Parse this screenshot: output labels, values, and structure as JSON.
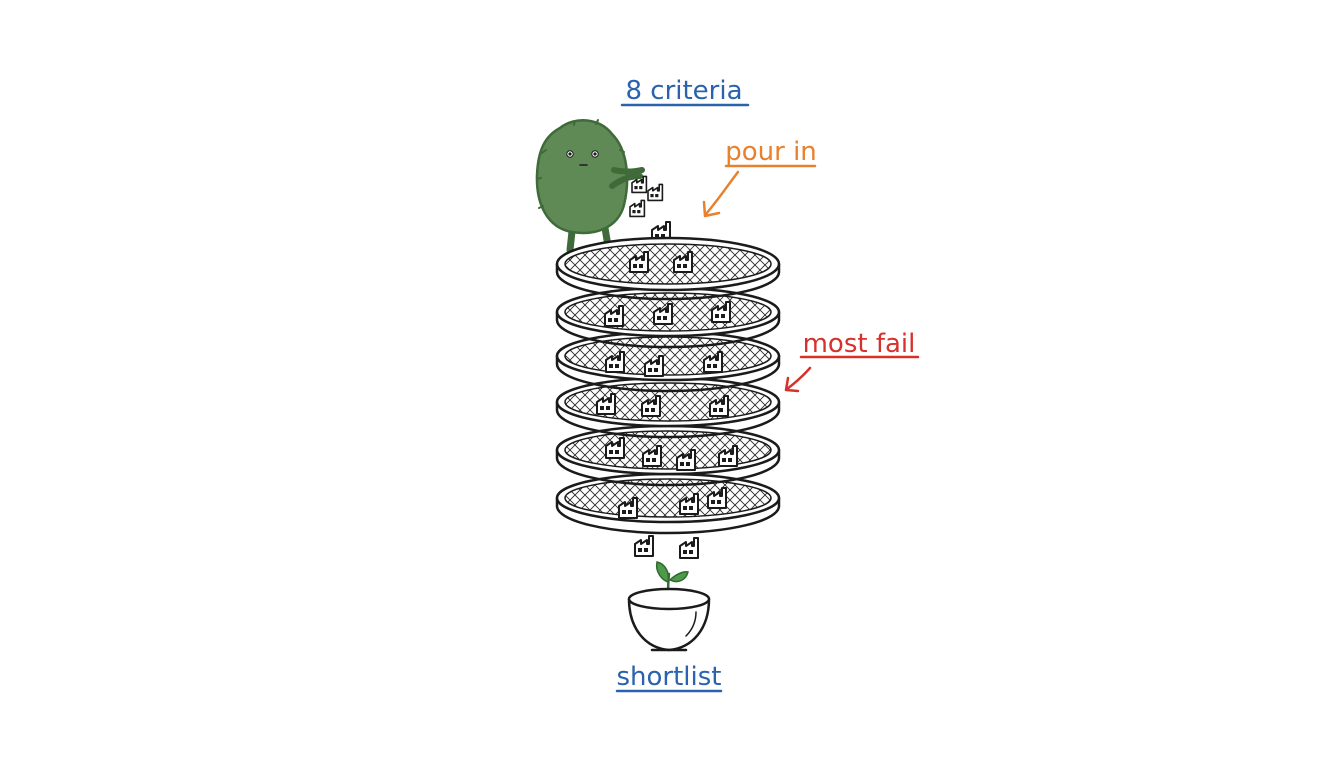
{
  "labels": {
    "title": "8 criteria",
    "pour": "pour in",
    "fail": "most fail",
    "result": "shortlist"
  },
  "colors": {
    "title": "#2a62ad",
    "pour": "#e8812e",
    "fail": "#d6322c",
    "result": "#2a62ad",
    "creature": "#5f8a55",
    "creature_dark": "#3f6a3a",
    "sprout": "#4e9a4a"
  },
  "icons": [
    "green-creature-icon",
    "sieve-icon",
    "factory-icon",
    "bowl-icon",
    "sprout-icon",
    "arrow-icon"
  ]
}
